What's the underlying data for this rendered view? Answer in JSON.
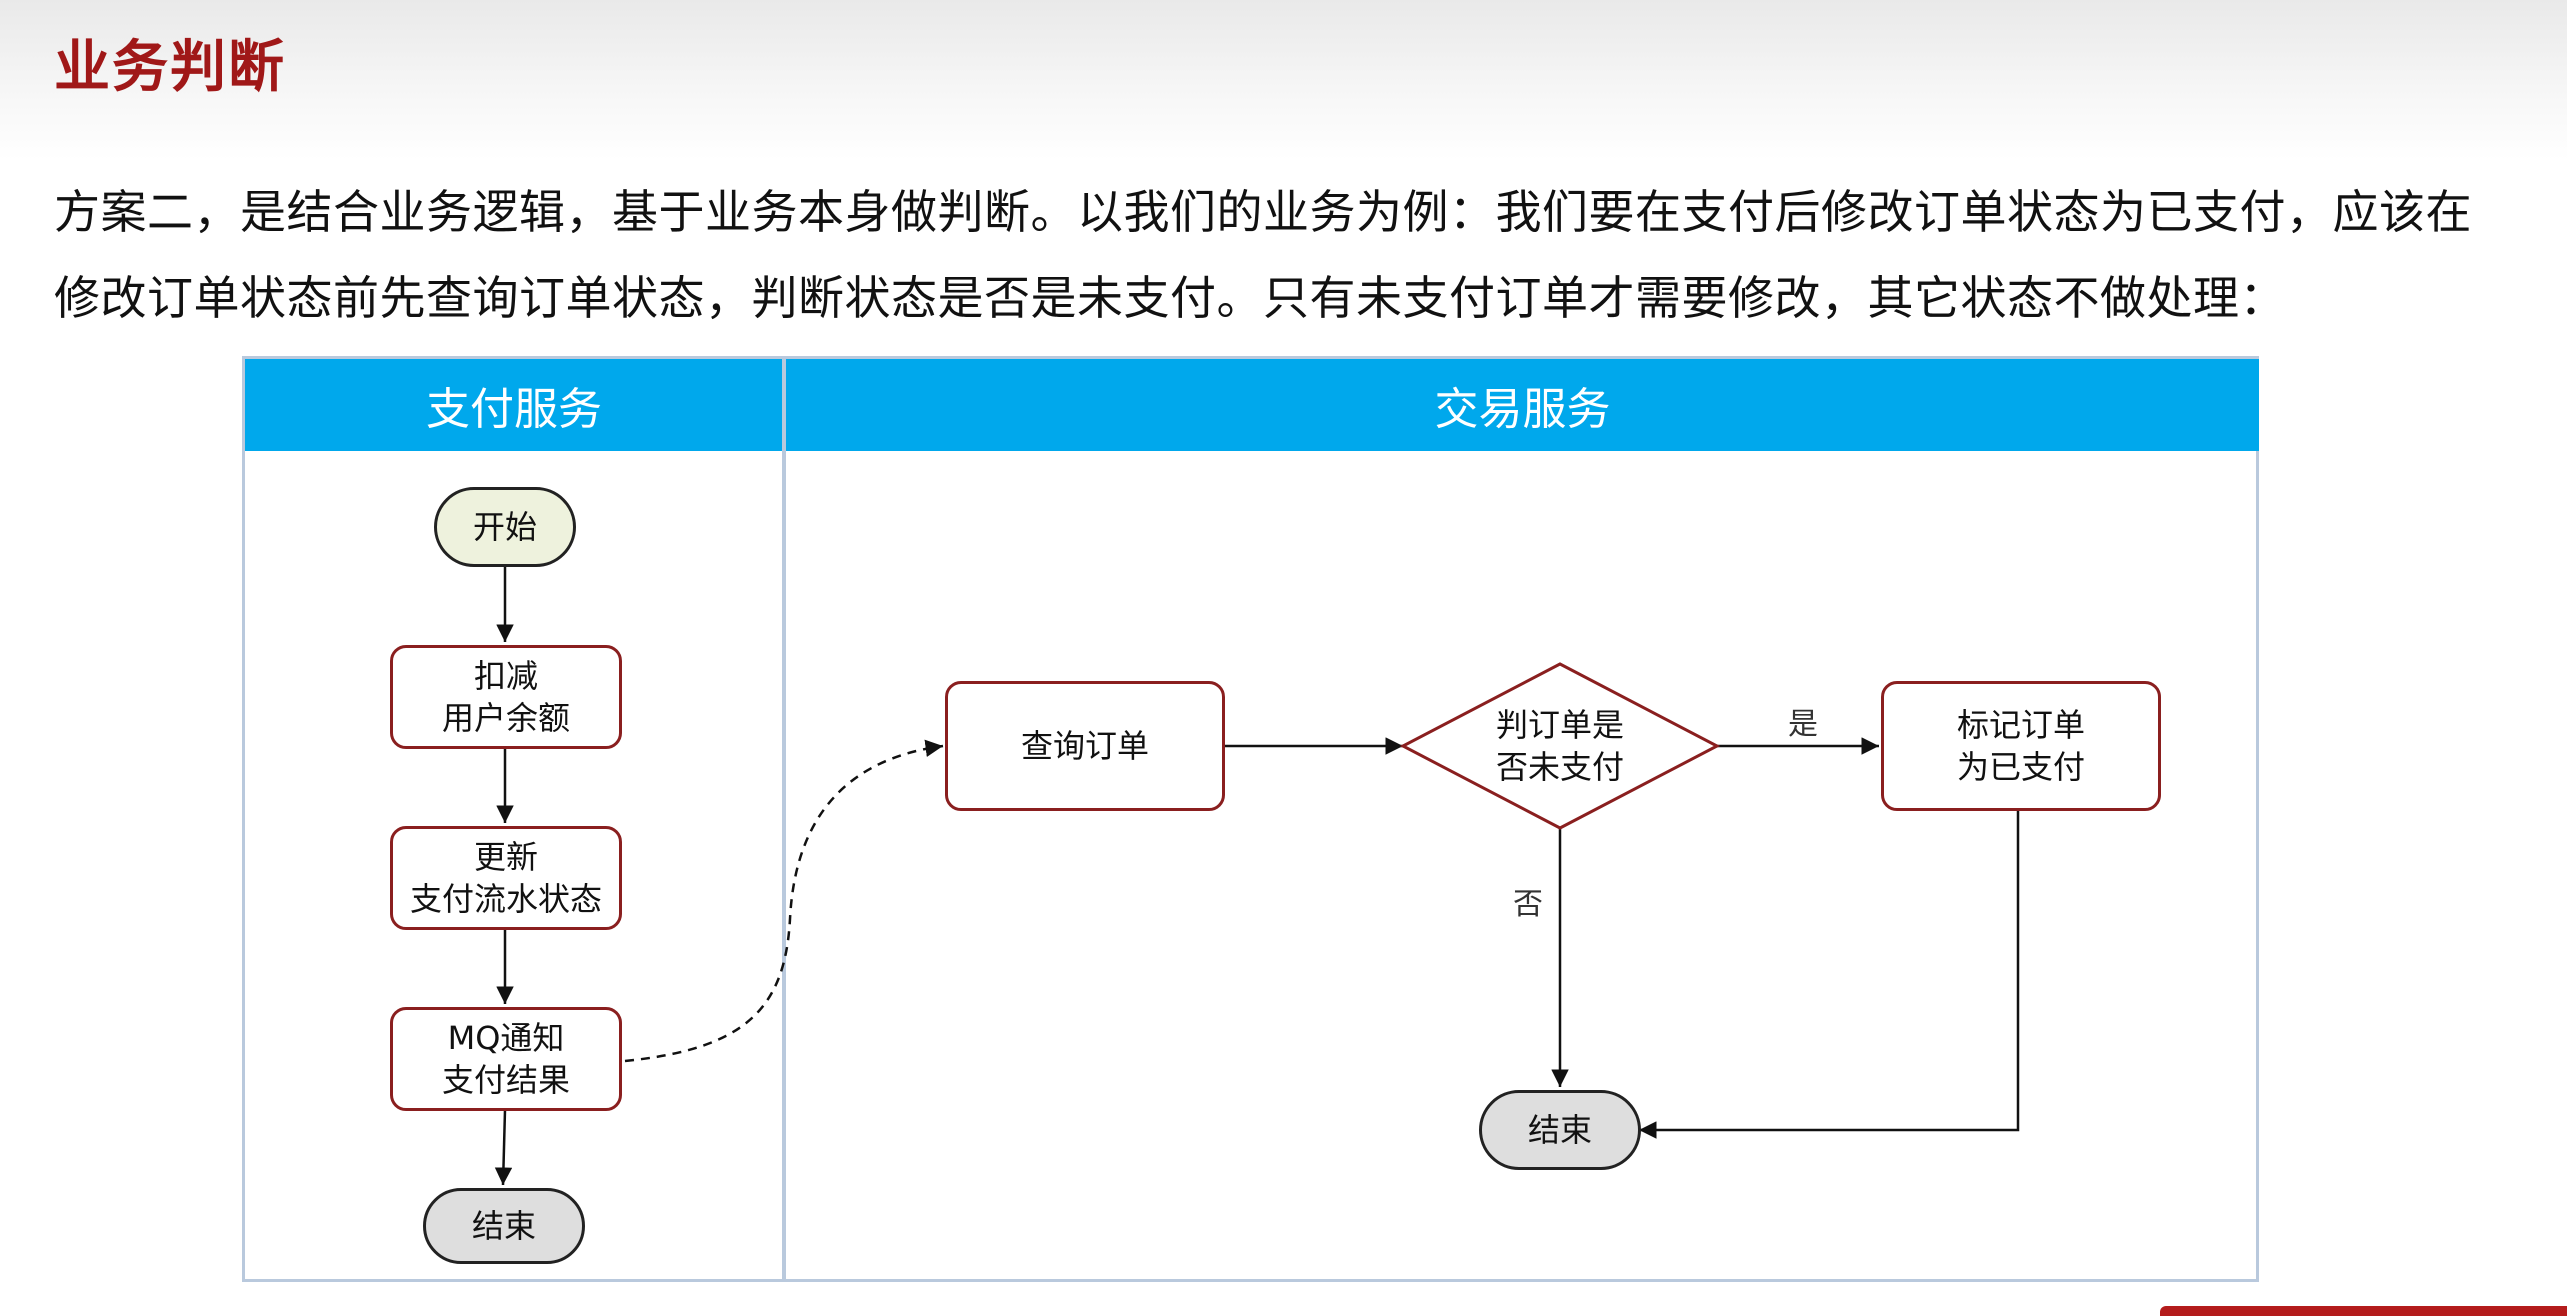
{
  "header": {
    "title": "业务判断"
  },
  "description": {
    "line1": "方案二，是结合业务逻辑，基于业务本身做判断。以我们的业务为例：我们要在支付后修改订单状态为已支付，应该在",
    "line2": "修改订单状态前先查询订单状态，判断状态是否是未支付。只有未支付订单才需要修改，其它状态不做处理："
  },
  "diagram": {
    "lanes": {
      "pay": "支付服务",
      "trade": "交易服务"
    },
    "pay_nodes": {
      "start": "开始",
      "deduct": "扣减\n用户余额",
      "update_flow": "更新\n支付流水状态",
      "mq_notify": "MQ通知\n支付结果",
      "end": "结束"
    },
    "trade_nodes": {
      "query": "查询订单",
      "decision": "判订单是\n否未支付",
      "mark_paid": "标记订单\n为已支付",
      "end": "结束"
    },
    "edge_labels": {
      "yes": "是",
      "no": "否"
    },
    "colors": {
      "lane_header": "#00a8ec",
      "process_border": "#8a1f1f",
      "title": "#a01818"
    }
  }
}
